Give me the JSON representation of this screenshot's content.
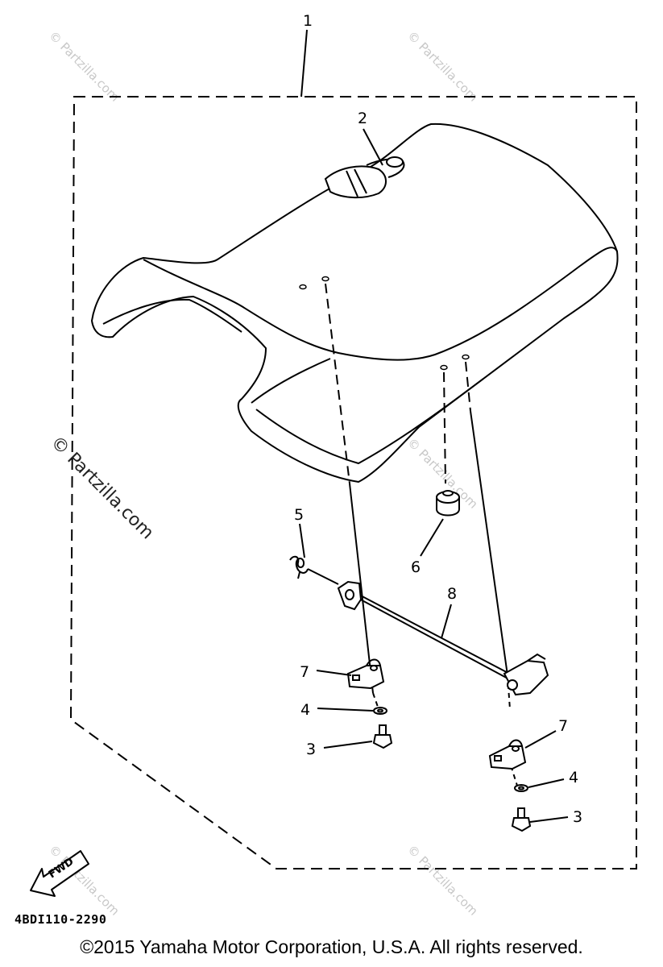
{
  "watermark": {
    "text": "© Partzilla.com"
  },
  "callouts": {
    "c1": "1",
    "c2": "2",
    "c3a": "3",
    "c3b": "3",
    "c4a": "4",
    "c4b": "4",
    "c5": "5",
    "c6": "6",
    "c7a": "7",
    "c7b": "7",
    "c8": "8"
  },
  "fwd_label": "FWD",
  "diagram_code": "4BDI110-2290",
  "copyright": "©2015  Yamaha Motor Corporation, U.S.A. All rights reserved.",
  "colors": {
    "line": "#000000",
    "watermark": "#c8c8c8",
    "background": "#ffffff"
  }
}
